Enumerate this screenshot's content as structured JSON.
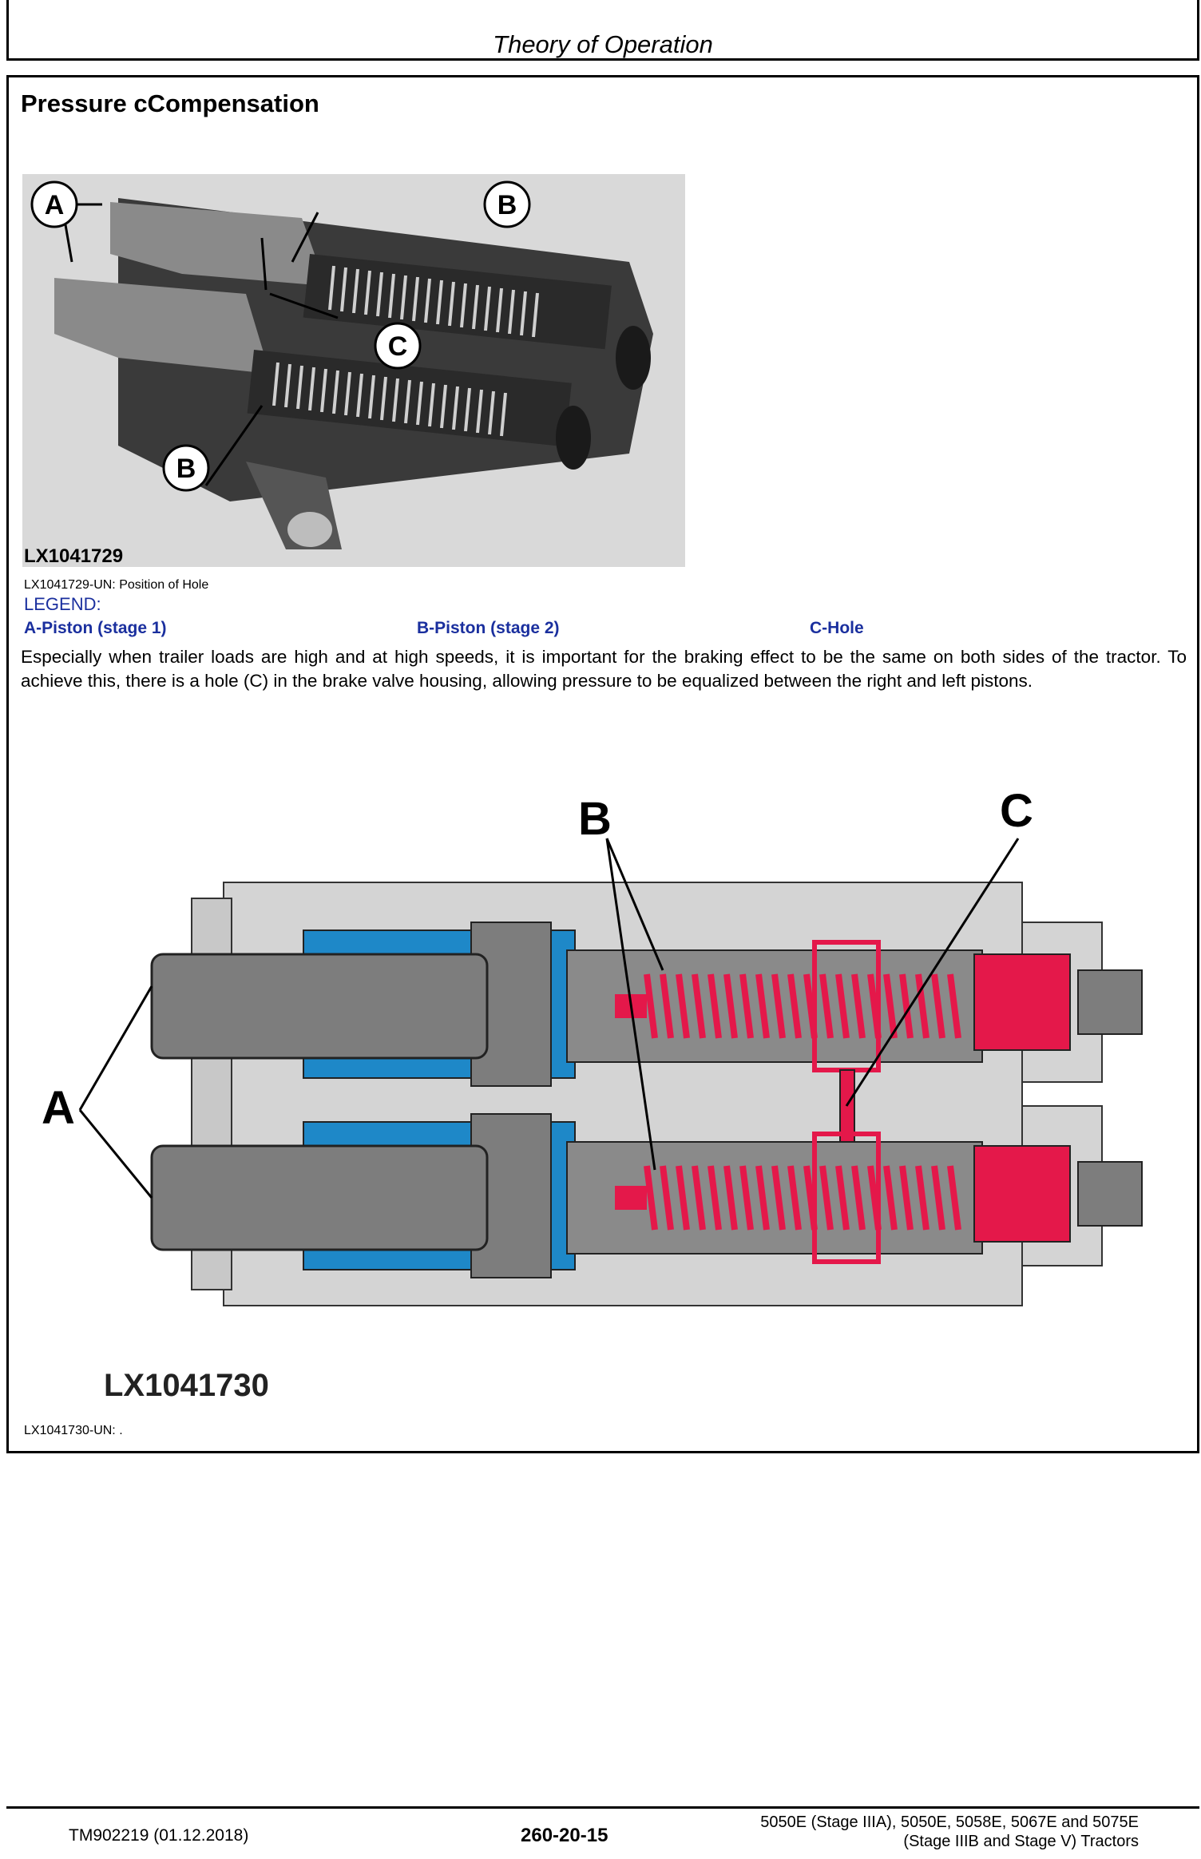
{
  "header": {
    "title": "Theory of Operation"
  },
  "section": {
    "title": "Pressure cCompensation"
  },
  "figure1": {
    "code": "LX1041729",
    "caption": "LX1041729-UN: Position of Hole",
    "callouts": [
      "A",
      "B",
      "C",
      "B"
    ]
  },
  "legend": {
    "title": "LEGEND:",
    "items": [
      "A-Piston (stage 1)",
      "B-Piston (stage 2)",
      "C-Hole"
    ],
    "color": "#1a2f9e"
  },
  "body": {
    "paragraph": "Especially when trailer loads are high and at high speeds, it is important for the braking effect to be the same on both sides of the tractor. To achieve this, there is a hole (C) in the brake valve housing, allowing pressure to be equalized between the right and left pistons."
  },
  "figure2": {
    "code": "LX1041730",
    "caption": "LX1041730-UN: .",
    "labels": {
      "a": "A",
      "b": "B",
      "c": "C"
    },
    "colors": {
      "housing": "#d4d4d4",
      "piston": "#7d7d7d",
      "blue": "#1e88c8",
      "red": "#e4184a"
    }
  },
  "footer": {
    "doc": "TM902219 (01.12.2018)",
    "page": "260-20-15",
    "model_line1": "5050E (Stage IIIA), 5050E, 5058E, 5067E and 5075E",
    "model_line2": "(Stage IIIB and Stage V) Tractors"
  }
}
